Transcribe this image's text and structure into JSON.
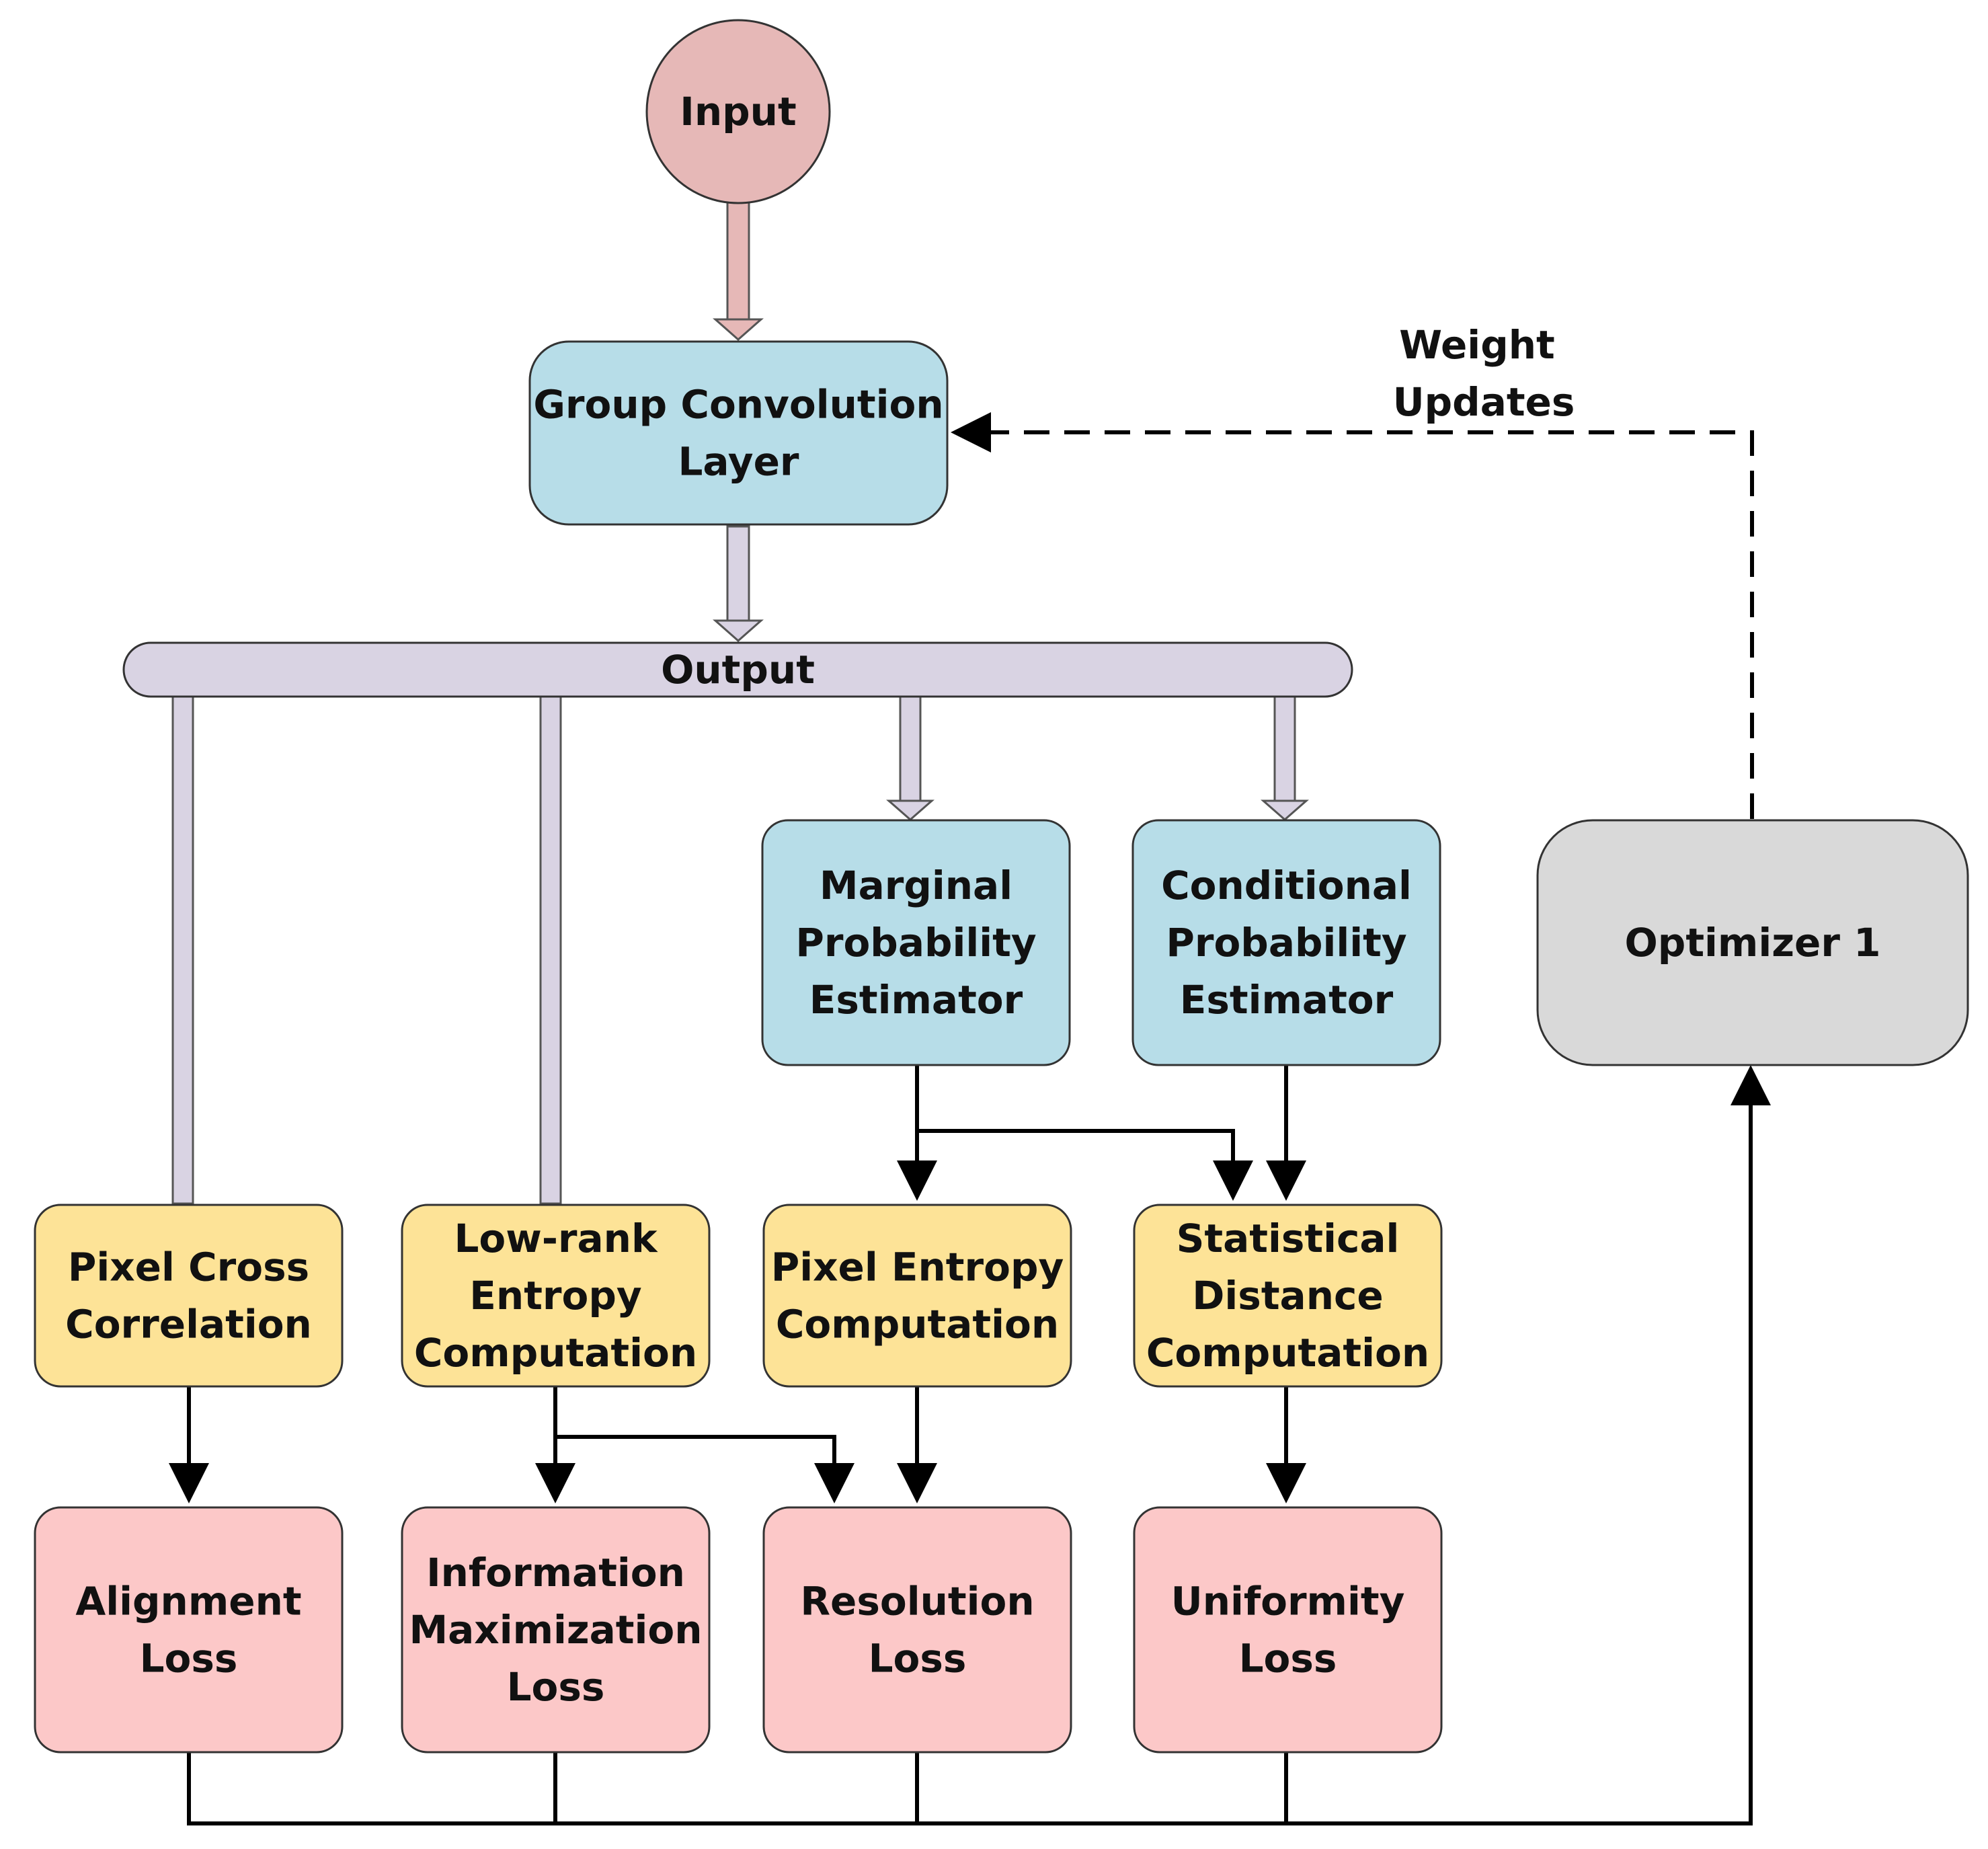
{
  "colors": {
    "input_fill": "#e6b8b7",
    "blue_fill": "#b7dde8",
    "output_bar_fill": "#d9d3e3",
    "yellow_fill": "#fde397",
    "pink_fill": "#fcc8c8",
    "optimizer_fill": "#d9d9d9",
    "stroke": "#333333",
    "arrow": "#000000"
  },
  "nodes": {
    "input": {
      "lines": [
        "Input"
      ]
    },
    "group_conv": {
      "lines": [
        "Group Convolution",
        "Layer"
      ]
    },
    "output": {
      "lines": [
        "Output"
      ]
    },
    "marginal": {
      "lines": [
        "Marginal",
        "Probability",
        "Estimator"
      ]
    },
    "conditional": {
      "lines": [
        "Conditional",
        "Probability",
        "Estimator"
      ]
    },
    "optimizer": {
      "lines": [
        "Optimizer 1"
      ]
    },
    "pixel_cross": {
      "lines": [
        "Pixel Cross",
        "Correlation"
      ]
    },
    "low_rank": {
      "lines": [
        "Low-rank",
        "Entropy",
        "Computation"
      ]
    },
    "pixel_entropy": {
      "lines": [
        "Pixel Entropy",
        "Computation"
      ]
    },
    "statistical": {
      "lines": [
        "Statistical",
        "Distance",
        "Computation"
      ]
    },
    "alignment_loss": {
      "lines": [
        "Alignment",
        "Loss"
      ]
    },
    "info_max_loss": {
      "lines": [
        "Information",
        "Maximization",
        "Loss"
      ]
    },
    "resolution_loss": {
      "lines": [
        "Resolution",
        "Loss"
      ]
    },
    "uniformity_loss": {
      "lines": [
        "Uniformity",
        "Loss"
      ]
    }
  },
  "weight_updates_label": {
    "lines": [
      "Weight",
      "Updates"
    ]
  }
}
